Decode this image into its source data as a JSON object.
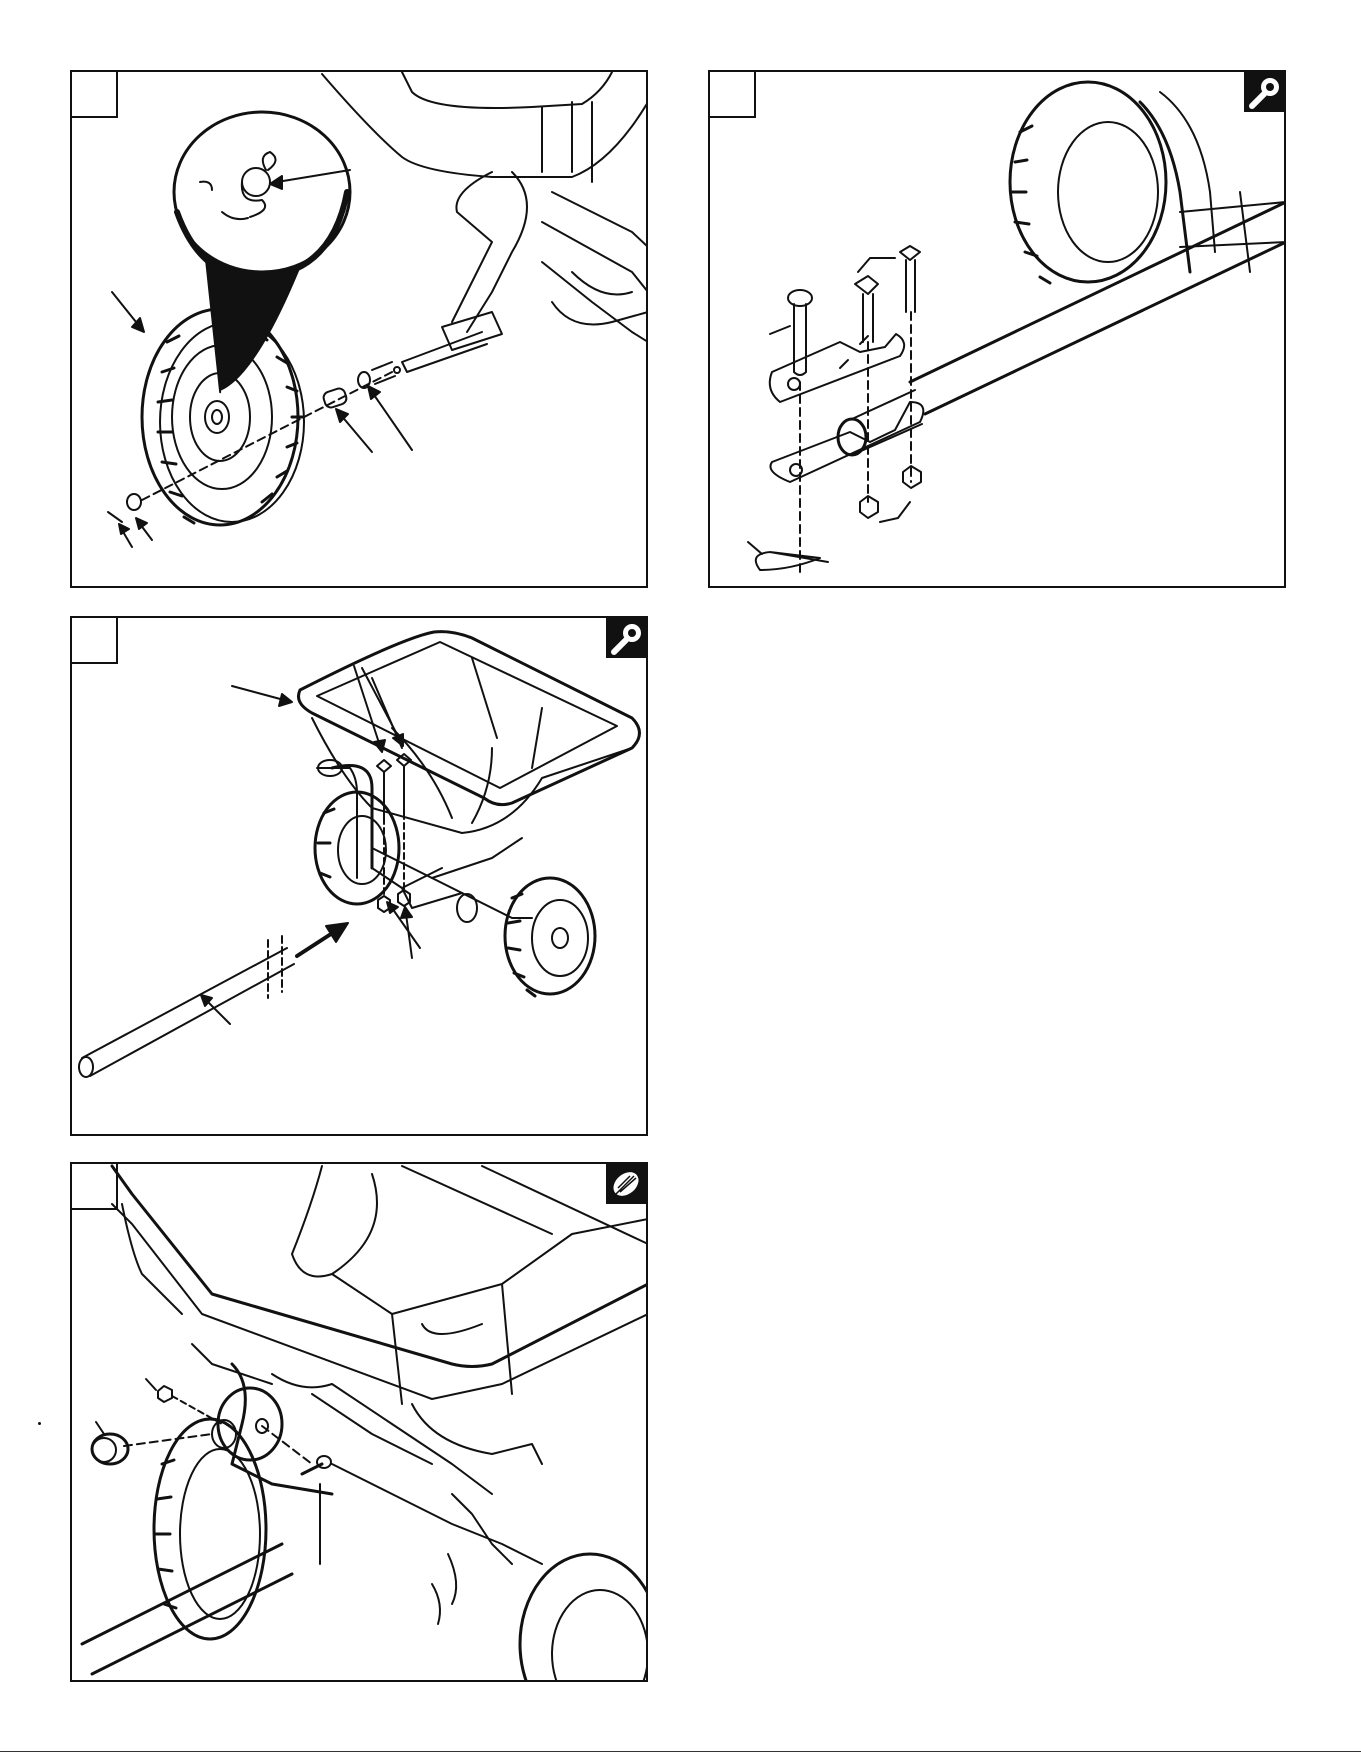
{
  "panels": [
    {
      "id": "panel-1",
      "step_number": "",
      "tool_icon": "none"
    },
    {
      "id": "panel-2",
      "step_number": "",
      "tool_icon": "wrench-icon"
    },
    {
      "id": "panel-3",
      "step_number": "",
      "tool_icon": "wrench-icon"
    },
    {
      "id": "panel-4",
      "step_number": "",
      "tool_icon": "lubricate-icon"
    }
  ],
  "colors": {
    "line": "#111111",
    "background": "#ffffff"
  }
}
